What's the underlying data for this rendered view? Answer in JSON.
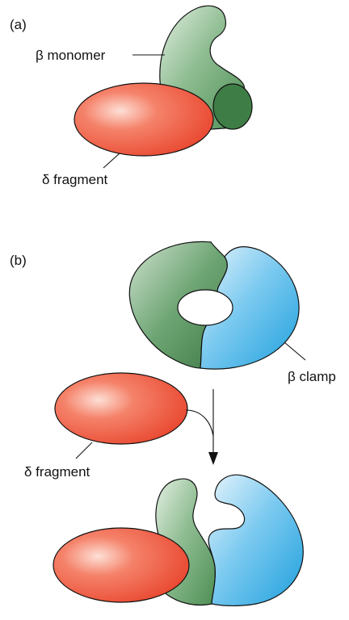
{
  "panel_a": {
    "label": "(a)",
    "beta_monomer_label": "β monomer",
    "delta_fragment_label": "δ fragment"
  },
  "panel_b": {
    "label": "(b)",
    "beta_clamp_label": "β clamp",
    "delta_fragment_label": "δ fragment"
  },
  "colors": {
    "delta_red": "#e8442c",
    "beta_green": "#4e8f55",
    "beta_green_dark": "#3f7a46",
    "beta_blue": "#1fa0dd",
    "outline": "#111111"
  }
}
